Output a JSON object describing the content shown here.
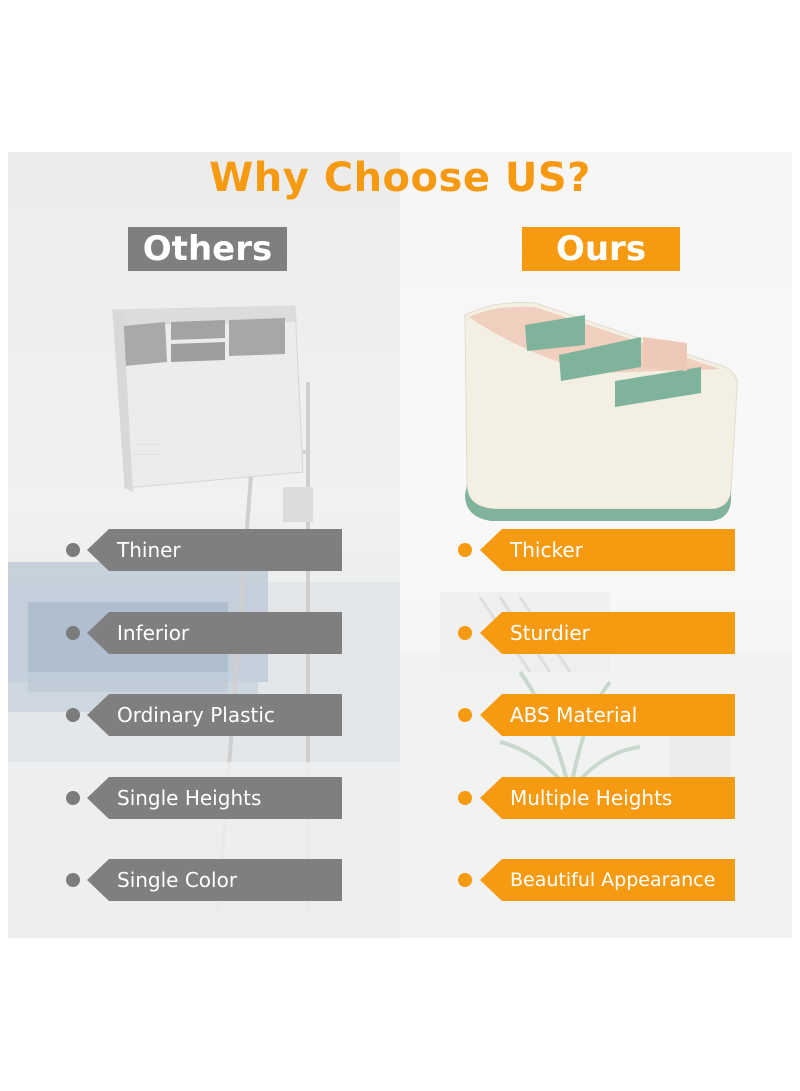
{
  "title": "Why Choose US?",
  "others": {
    "label": "Others",
    "features": [
      "Thiner",
      "Inferior",
      "Ordinary Plastic",
      "Single Heights",
      "Single Color"
    ]
  },
  "ours": {
    "label": "Ours",
    "features": [
      "Thicker",
      "Sturdier",
      "ABS Material",
      "Multiple Heights",
      "Beautiful Appearance"
    ]
  },
  "colors": {
    "accent_orange": "#f59a11",
    "neutral_gray": "#7f7f7f",
    "product_green": "#7fb39b",
    "product_cream": "#f3efe3",
    "product_pink": "#efc9b8",
    "product_white": "#eeeeee"
  }
}
